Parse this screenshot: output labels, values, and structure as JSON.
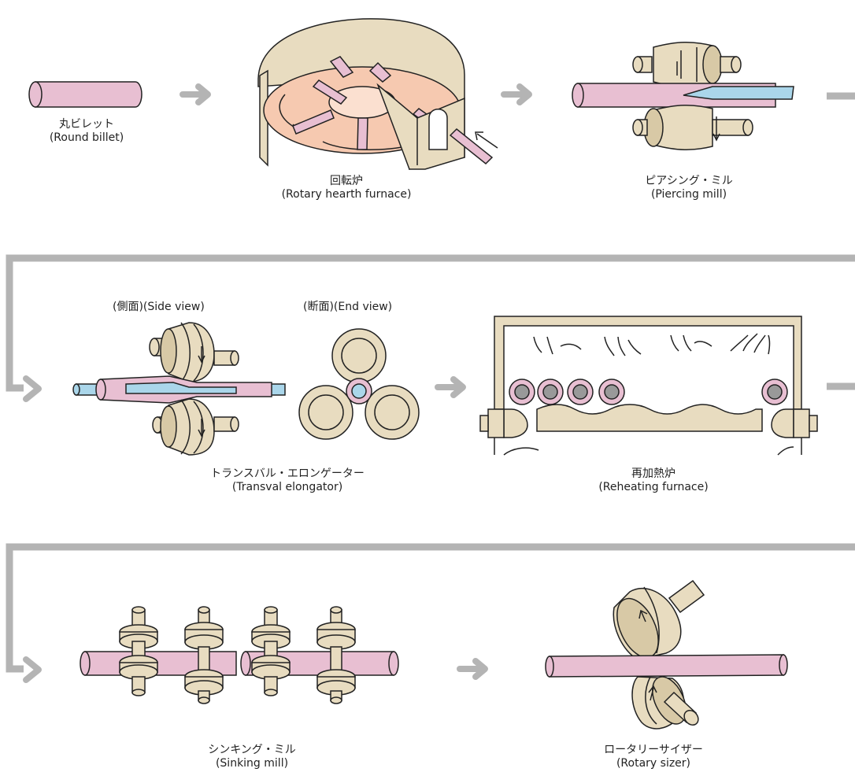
{
  "steps": {
    "round_billet": {
      "jp": "丸ビレット",
      "en": "(Round billet)"
    },
    "rotary_hearth": {
      "jp": "回転炉",
      "en": "(Rotary hearth furnace)"
    },
    "piercing": {
      "jp": "ピアシング・ミル",
      "en": "(Piercing mill)"
    },
    "elongator": {
      "jp": "トランスバル・エロンゲーター",
      "en": "(Transval elongator)",
      "side_view": "(側面)(Side view)",
      "end_view": "(断面)(End view)"
    },
    "reheating": {
      "jp": "再加熱炉",
      "en": "(Reheating furnace)"
    },
    "sinking": {
      "jp": "シンキング・ミル",
      "en": "(Sinking mill)"
    },
    "sizer": {
      "jp": "ロータリーサイザー",
      "en": "(Rotary sizer)"
    }
  },
  "colors": {
    "flow_arrow": "#b4b4b4",
    "billet_pink": "#e8bfd2",
    "roll_beige": "#e8dcc0",
    "furnace_floor": "#f6c9b0",
    "mandrel_blue": "#aad6ea"
  }
}
